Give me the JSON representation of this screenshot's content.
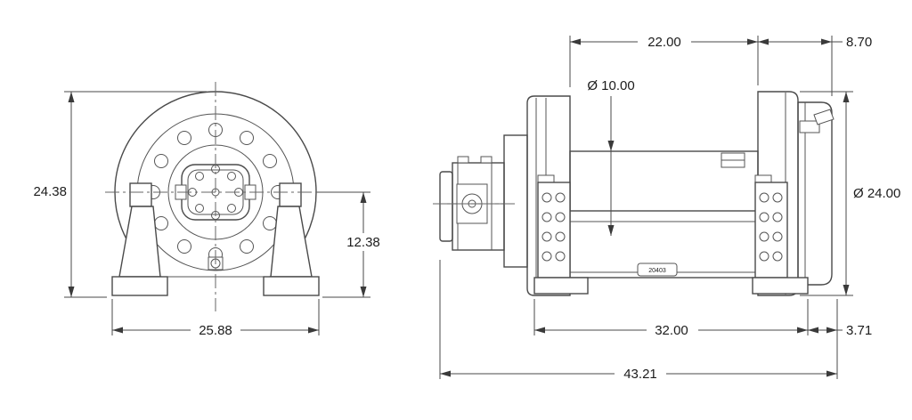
{
  "drawing": {
    "title": "winch-two-view-dimensioned-drawing",
    "front_view": {
      "overall_height": "24.38",
      "centerline_height": "12.38",
      "base_width": "25.88"
    },
    "side_view": {
      "drum_length": "22.00",
      "motor_end_length": "8.70",
      "drum_diameter": "Ø 10.00",
      "flange_diameter": "Ø 24.00",
      "base_length": "32.00",
      "end_offset": "3.71",
      "overall_length": "43.21",
      "serial_tag": "20403"
    }
  }
}
